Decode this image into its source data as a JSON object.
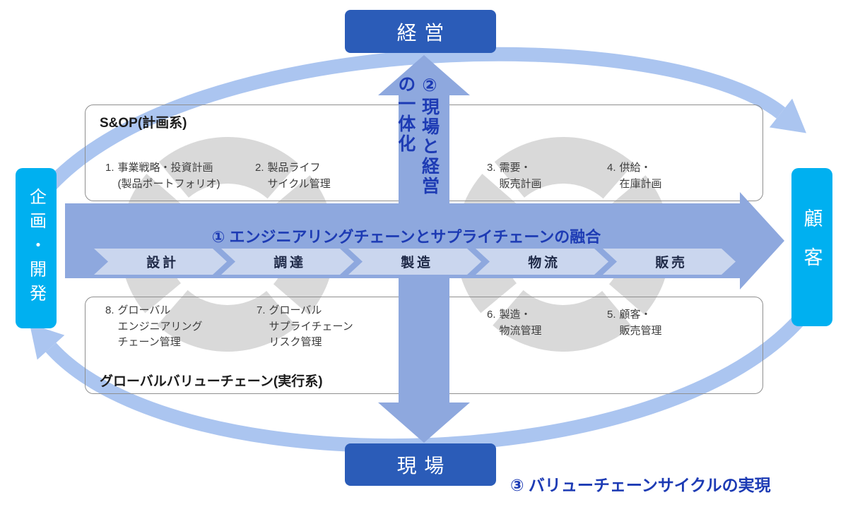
{
  "badges": {
    "top": "経営",
    "bottom": "現場",
    "left": "企画・開発",
    "right": "顧客"
  },
  "arrows": {
    "fusion_title": "① エンジニアリングチェーンとサプライチェーンの融合",
    "integration_label": "②現場と経営\nの一体化",
    "cycle_label": "③ バリューチェーンサイクルの実現"
  },
  "process_steps": [
    "設計",
    "調達",
    "製造",
    "物流",
    "販売"
  ],
  "sop_box": {
    "title": "S&OP(計画系)",
    "items": [
      {
        "num": "1.",
        "text": "事業戦略・投資計画\n(製品ポートフォリオ)"
      },
      {
        "num": "2.",
        "text": "製品ライフ\nサイクル管理"
      },
      {
        "num": "3.",
        "text": "需要・\n販売計画"
      },
      {
        "num": "4.",
        "text": "供給・\n在庫計画"
      }
    ]
  },
  "gvc_box": {
    "title": "グローバルバリューチェーン(実行系)",
    "items": [
      {
        "num": "8.",
        "text": "グローバル\nエンジニアリング\nチェーン管理"
      },
      {
        "num": "7.",
        "text": "グローバル\nサプライチェーン\nリスク管理"
      },
      {
        "num": "6.",
        "text": "製造・\n物流管理"
      },
      {
        "num": "5.",
        "text": "顧客・\n販売管理"
      }
    ]
  },
  "colors": {
    "navy-badge": "#2b5cb8",
    "cyan-badge": "#00b0f0",
    "arrow-fill": "#8ea8de",
    "accent-text": "#1d3bb4",
    "chevron-fill": "#cad6ee",
    "ring-gray": "#d9d9d9",
    "outer-arc": "#abc5f0"
  }
}
